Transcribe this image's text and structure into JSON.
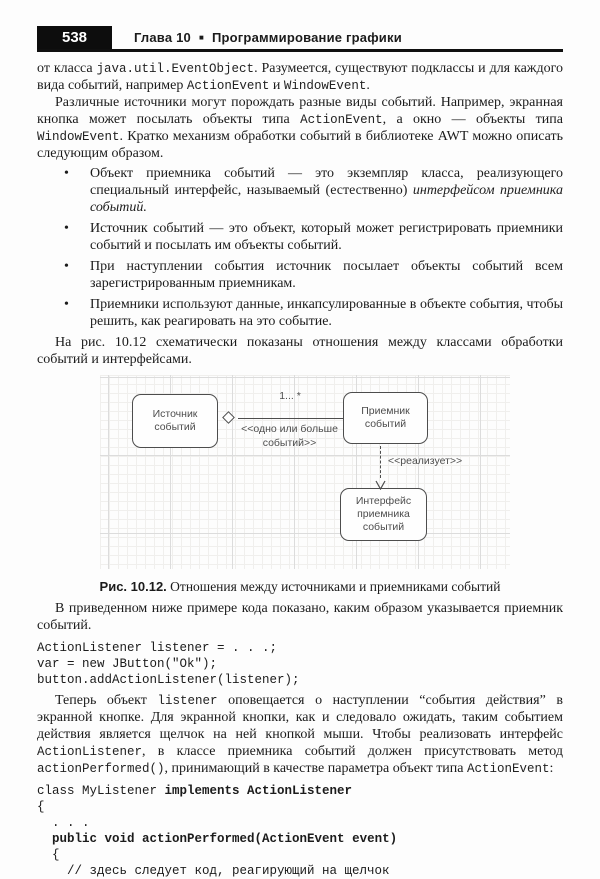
{
  "header": {
    "number": "538",
    "chapter": "Глава 10",
    "separator": "■",
    "title": "Программирование графики"
  },
  "bullet_char": "•",
  "paras": {
    "p1": [
      {
        "t": "от класса "
      },
      {
        "t": "java.util.EventObject",
        "c": "code"
      },
      {
        "t": ". Разумеется, существуют подклассы и для каждого вида событий, например "
      },
      {
        "t": "ActionEvent",
        "c": "code"
      },
      {
        "t": " и "
      },
      {
        "t": "WindowEvent",
        "c": "code"
      },
      {
        "t": "."
      }
    ],
    "p2": [
      {
        "t": "Различные источники могут порождать разные виды событий. Например, экранная кнопка может посылать объекты типа "
      },
      {
        "t": "ActionEvent",
        "c": "code"
      },
      {
        "t": ", а окно — объекты типа "
      },
      {
        "t": "WindowEvent",
        "c": "code"
      },
      {
        "t": ". Кратко механизм обработки событий в библиотеке AWT можно описать следующим образом."
      }
    ],
    "p3": [
      {
        "t": "На рис. 10.12 схематически показаны отношения между классами обработки событий и интерфейсами."
      }
    ],
    "p4": [
      {
        "t": "В приведенном ниже примере кода показано, каким образом указывается приемник событий."
      }
    ],
    "p5": [
      {
        "t": "Теперь объект "
      },
      {
        "t": "listener",
        "c": "code"
      },
      {
        "t": " оповещается о наступлении “события действия” в экранной кнопке. Для экранной кнопки, как и следовало ожидать, таким событием действия является щелчок на ней кнопкой мыши. Чтобы реализовать интерфейс "
      },
      {
        "t": "ActionListener",
        "c": "code"
      },
      {
        "t": ", в классе приемника событий должен присутствовать метод "
      },
      {
        "t": "actionPerformed()",
        "c": "code"
      },
      {
        "t": ", принимающий в качестве параметра объект типа "
      },
      {
        "t": "ActionEvent",
        "c": "code"
      },
      {
        "t": ":"
      }
    ]
  },
  "bullets": [
    [
      {
        "t": "Объект приемника событий — это экземпляр класса, реализующего специальный интерфейс, называемый (естественно) "
      },
      {
        "t": "интерфейсом приемника событий.",
        "c": "italic"
      }
    ],
    [
      {
        "t": "Источник событий — это объект, который может регистрировать приемники событий и посылать им объекты событий."
      }
    ],
    [
      {
        "t": "При наступлении события источник посылает объекты событий всем зарегистрированным приемникам."
      }
    ],
    [
      {
        "t": "Приемники используют данные, инкапсулированные в объекте события, чтобы решить, как реагировать на это событие."
      }
    ]
  ],
  "figure": {
    "source_box": [
      "Источник",
      "событий"
    ],
    "listener_box": [
      "Приемник",
      "событий"
    ],
    "interface_box": [
      "Интерфейс",
      "приемника событий"
    ],
    "multiplicity": "1... *",
    "assoc_label": [
      "<<одно или больше",
      "событий>>"
    ],
    "realize_label": "<<реализует>>",
    "caption_label": "Рис. 10.12.",
    "caption_text": "Отношения между источниками и приемниками событий"
  },
  "code1": {
    "lines": [
      "ActionListener listener = . . .;",
      "var = new JButton(\"Ok\");",
      "button.addActionListener(listener);"
    ]
  },
  "code2": {
    "lines": [
      [
        {
          "t": "class MyListener "
        },
        {
          "t": "implements ActionListener",
          "c": "b"
        }
      ],
      [
        {
          "t": "{"
        }
      ],
      [
        {
          "t": "  . . ."
        }
      ],
      [
        {
          "t": "  "
        },
        {
          "t": "public void actionPerformed(ActionEvent event)",
          "c": "b"
        }
      ],
      [
        {
          "t": "  {"
        }
      ],
      [
        {
          "t": "    // здесь следует код, реагирующий на щелчок"
        }
      ]
    ]
  }
}
